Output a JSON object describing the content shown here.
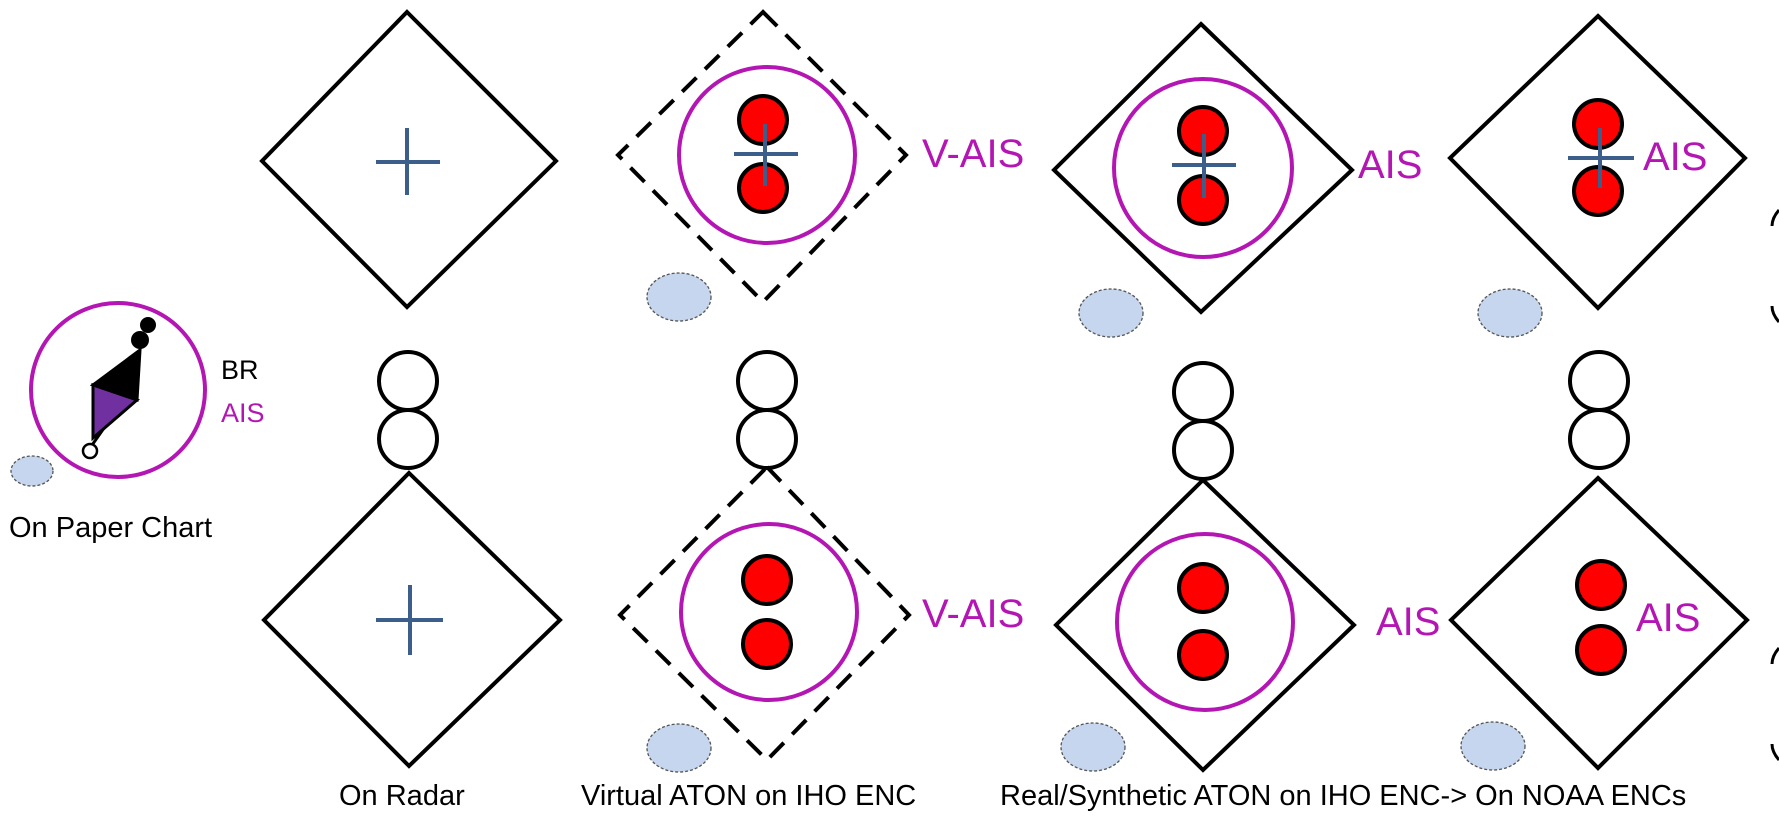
{
  "colors": {
    "outline": "#000000",
    "ais_magenta": "#b416b4",
    "radar_cross": "#3b5f8a",
    "light_red": "#ff0000",
    "ellipse_fill": "#c5d6ee",
    "ellipse_stroke": "#555555",
    "buoy_purple": "#7030a0"
  },
  "paper_chart": {
    "br_label": "BR",
    "ais_label": "AIS",
    "caption": "On Paper Chart"
  },
  "symbol_tags": {
    "virtual_top": "V-AIS",
    "real_top": "AIS",
    "noaa_top": "AIS",
    "virtual_bottom": "V-AIS",
    "real_bottom": "AIS",
    "noaa_bottom": "AIS"
  },
  "captions": {
    "radar": "On Radar",
    "virtual": "Virtual ATON on IHO ENC",
    "real_noaa": "Real/Synthetic ATON on IHO ENC-> On NOAA ENCs"
  }
}
